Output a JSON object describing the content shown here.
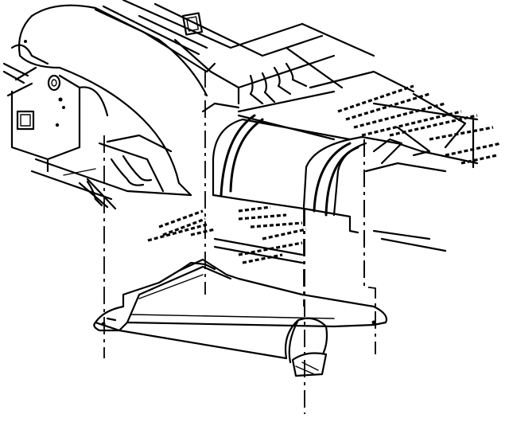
{
  "diagram": {
    "kind": "exploded-assembly-line-art",
    "parts": [
      {
        "id": "floor-pan",
        "icon": "floor-pan-panel"
      },
      {
        "id": "tunnel-heat-shield",
        "icon": "curved-heat-shield"
      },
      {
        "id": "lower-heat-shield",
        "icon": "lower-tunnel-shield"
      },
      {
        "id": "seat-brackets",
        "icon": "seat-bracket-hooks"
      }
    ],
    "alignment_lines": 6,
    "colors": {
      "ink": "#000000",
      "paper": "#ffffff"
    }
  }
}
